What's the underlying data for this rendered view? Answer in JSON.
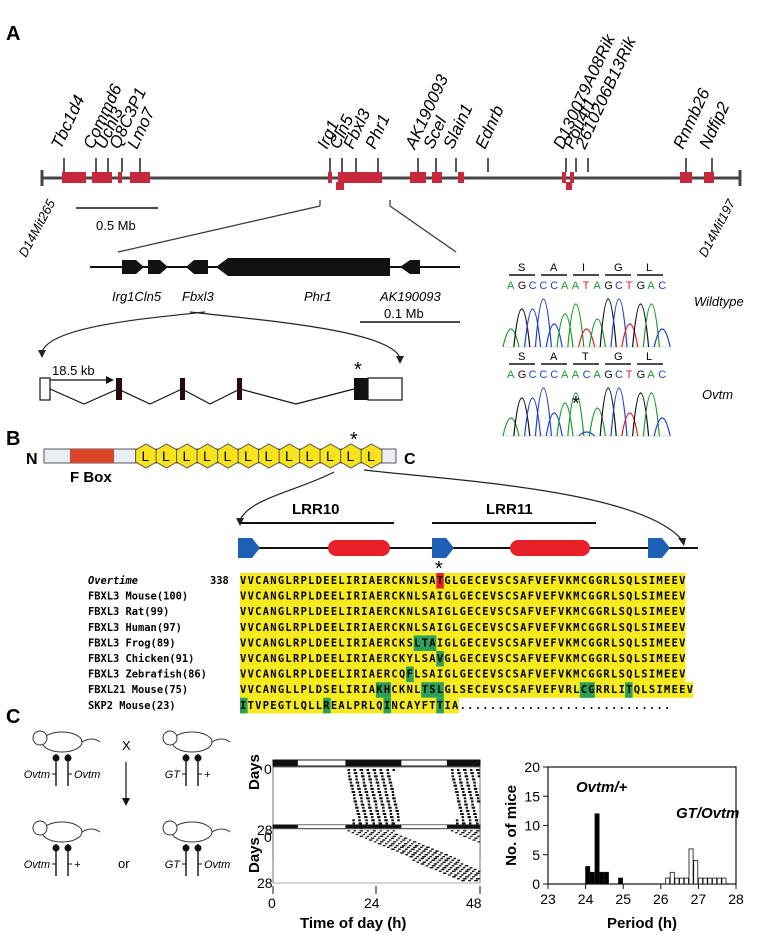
{
  "panels": {
    "a": "A",
    "b": "B",
    "c": "C"
  },
  "panelA": {
    "genes": [
      "Tbc1d4",
      "Commd6",
      "Uchl3",
      "Q8C3P1",
      "Lmo7",
      "Irg1",
      "Cln5",
      "Fbxl3",
      "Phr1",
      "AK190093",
      "Scel",
      "Slain1",
      "Ednrb",
      "D130079A08Rik",
      "Pou4f1",
      "2610206B13Rik",
      "Rnmb26",
      "Ndfip2"
    ],
    "marker_left": "D14Mit265",
    "marker_right": "D14Mit197",
    "scale1": "0.5 Mb",
    "zoom_labels": {
      "irg1_cln5": "Irg1Cln5",
      "fbxl3": "Fbxl3",
      "phr1": "Phr1",
      "ak": "AK190093"
    },
    "scale2": "0.1 Mb",
    "exon_dist": "18.5 kb",
    "asterisk": "*",
    "trace_wt": {
      "aa": [
        "S",
        "A",
        "I",
        "G",
        "L"
      ],
      "nt": [
        "A",
        "G",
        "C",
        "C",
        "C",
        "A",
        "A",
        "T",
        "A",
        "G",
        "C",
        "T",
        "G",
        "A",
        "C"
      ],
      "label": "Wildtype"
    },
    "trace_mut": {
      "aa": [
        "S",
        "A",
        "T",
        "G",
        "L"
      ],
      "nt": [
        "A",
        "G",
        "C",
        "C",
        "C",
        "A",
        "A",
        "C",
        "A",
        "G",
        "C",
        "T",
        "G",
        "A",
        "C"
      ],
      "label": "Ovtm"
    }
  },
  "panelB": {
    "n": "N",
    "c": "C",
    "fbox": "F Box",
    "lrr_letter": "L",
    "lrr_count": 12,
    "lrr10": "LRR10",
    "lrr11": "LRR11",
    "start_pos": "338",
    "rows": [
      {
        "name": "Overtime",
        "seq": "VVCANGLRPLDEELIRIAERCKNLSATGLGECEVSCSAFVEFVKMCGGRLSQLSIMEEV"
      },
      {
        "name": "FBXL3 Mouse(100)",
        "seq": "VVCANGLRPLDEELIRIAERCKNLSAIGLGECEVSCSAFVEFVKMCGGRLSQLSIMEEV"
      },
      {
        "name": "FBXL3 Rat(99)",
        "seq": "VVCANGLRPLDEELIRIAERCKNLSAIGLGECEVSCSAFVEFVKMCGGRLSQLSIMEEV"
      },
      {
        "name": "FBXL3 Human(97)",
        "seq": "VVCANGLRPLDEELIRIAERCKNLSAIGLGECEVSCSAFVEFVKMCGGRLSQLSIMEEV"
      },
      {
        "name": "FBXL3 Frog(89)",
        "seq": "VVCANGLRPLDEELIRIAERCKSLTAIGLGECEVSCSAFVEFVKMCGGRLSQLSIMEEV"
      },
      {
        "name": "FBXL3 Chicken(91)",
        "seq": "VVCANGLRPLDEELIRIAERCKYLSAVGLGECEVSCSAFVEFVKMCGGRLSQLSIMEEV"
      },
      {
        "name": "FBXL3 Zebrafish(86)",
        "seq": "VVCANGLRPLDEELIRIAERCQFLSAIGLGECEVSCSAFVEFVKMCGGRLSQLSIMEEV"
      },
      {
        "name": "FBXL21 Mouse(75)",
        "seq": "VVCANGLLPLDSELIRIAKHCKNLTSLGLSECEVSCSAFVEFVRLCGRRLITQLSIMEEV"
      },
      {
        "name": "SKP2 Mouse(23)",
        "seq": "ITVPEGTLQLLREALPRLQINCAYFTTIA............................"
      }
    ],
    "green_marks": [
      [],
      [],
      [],
      [],
      [
        [
          23,
          25
        ]
      ],
      [
        [
          26,
          26
        ]
      ],
      [
        [
          22,
          22
        ]
      ],
      [
        [
          18,
          19
        ],
        [
          24,
          26
        ],
        [
          45,
          46
        ],
        [
          51,
          51
        ]
      ],
      [
        [
          0,
          0
        ],
        [
          11,
          11
        ],
        [
          19,
          19
        ],
        [
          26,
          26
        ]
      ]
    ]
  },
  "panelC": {
    "cross_x": "X",
    "or": "or",
    "geno": {
      "p1a": "Ovtm",
      "p1b": "Ovtm",
      "p2a": "GT",
      "p2b": "+",
      "c1a": "Ovtm",
      "c1b": "+",
      "c2a": "GT",
      "c2b": "Ovtm"
    },
    "acto_ylabel": "Days",
    "acto_xlabel": "Time of day (h)",
    "acto_xticks": [
      "0",
      "24",
      "48"
    ],
    "acto_yticks_top": [
      "0",
      "28"
    ],
    "acto_yticks_bottom": [
      "0",
      "28"
    ]
  },
  "chart_data": {
    "type": "bar",
    "xlabel": "Period (h)",
    "ylabel": "No. of mice",
    "xlim": [
      23,
      28
    ],
    "ylim": [
      0,
      20
    ],
    "xticks": [
      23,
      24,
      25,
      26,
      27,
      28
    ],
    "yticks": [
      0,
      5,
      10,
      15,
      20
    ],
    "bin_width": 0.125,
    "series": [
      {
        "name": "Ovtm/+",
        "color": "#000000",
        "x": [
          24.0,
          24.125,
          24.25,
          24.375,
          24.5,
          24.875
        ],
        "values": [
          3,
          2,
          12,
          2,
          2,
          1
        ]
      },
      {
        "name": "GT/Ovtm",
        "color": "#ffffff",
        "x": [
          26.125,
          26.25,
          26.375,
          26.5,
          26.625,
          26.75,
          26.875,
          27.0,
          27.125,
          27.25,
          27.375,
          27.5,
          27.625
        ],
        "values": [
          1,
          2,
          1,
          1,
          1,
          6,
          4,
          1,
          1,
          1,
          1,
          1,
          1
        ]
      }
    ]
  }
}
